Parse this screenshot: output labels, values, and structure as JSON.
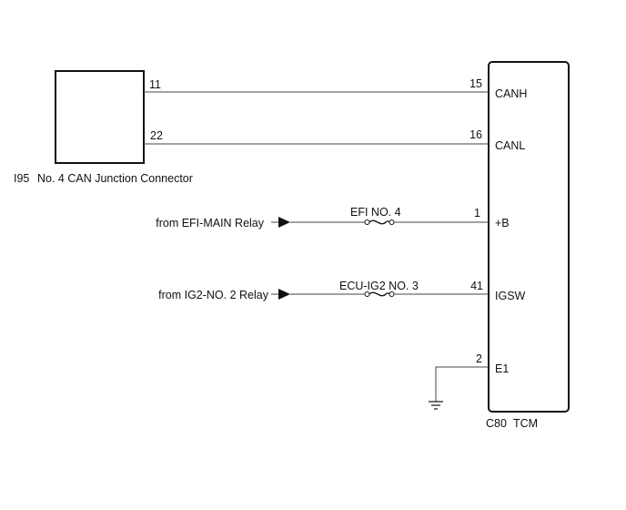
{
  "junction_connector": {
    "code": "I95",
    "name": "No. 4 CAN Junction Connector",
    "pins": [
      "11",
      "22"
    ]
  },
  "tcm": {
    "code": "C80",
    "name": "TCM",
    "terminals": [
      {
        "pin": "15",
        "label": "CANH"
      },
      {
        "pin": "16",
        "label": "CANL"
      },
      {
        "pin": "1",
        "label": "+B"
      },
      {
        "pin": "41",
        "label": "IGSW"
      },
      {
        "pin": "2",
        "label": "E1"
      }
    ]
  },
  "power_inputs": [
    {
      "source": "from EFI-MAIN Relay",
      "fuse": "EFI NO. 4"
    },
    {
      "source": "from IG2-NO. 2 Relay",
      "fuse": "ECU-IG2 NO. 3"
    }
  ]
}
